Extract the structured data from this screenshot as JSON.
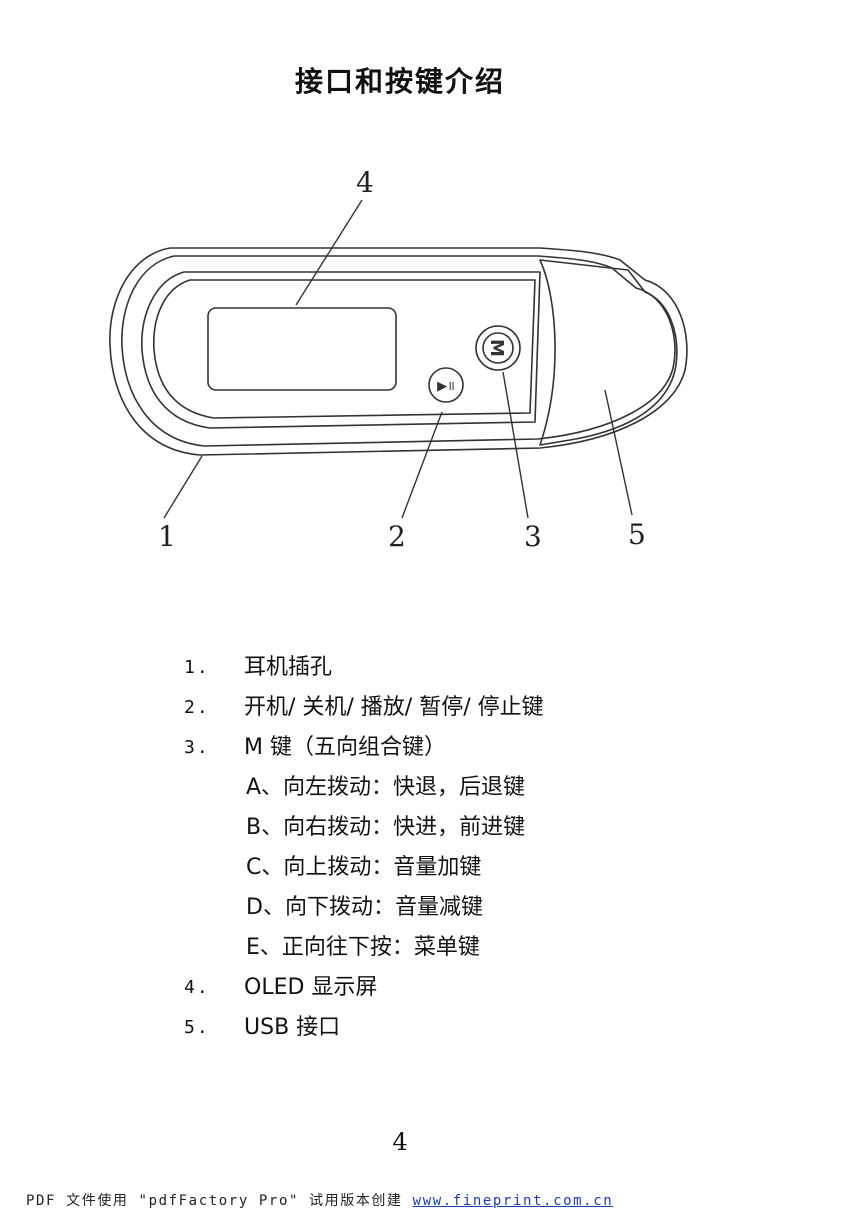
{
  "title": "接口和按键介绍",
  "diagram": {
    "callouts": [
      "1",
      "2",
      "3",
      "4",
      "5"
    ]
  },
  "items": [
    {
      "num": "1.",
      "text": "耳机插孔"
    },
    {
      "num": "2.",
      "text": "开机/ 关机/ 播放/ 暂停/ 停止键"
    },
    {
      "num": "3.",
      "text": "M 键（五向组合键）"
    },
    {
      "num": "",
      "text": "A、向左拨动：快退，后退键"
    },
    {
      "num": "",
      "text": "B、向右拨动：快进，前进键"
    },
    {
      "num": "",
      "text": "C、向上拨动：音量加键"
    },
    {
      "num": "",
      "text": "D、向下拨动：音量减键"
    },
    {
      "num": "",
      "text": "E、正向往下按：菜单键"
    },
    {
      "num": "4.",
      "text": "OLED 显示屏"
    },
    {
      "num": "5.",
      "text": "USB 接口"
    }
  ],
  "page_number": "4",
  "footer": {
    "text": "PDF 文件使用 \"pdfFactory Pro\" 试用版本创建",
    "link": "www.fineprint.com.cn"
  }
}
